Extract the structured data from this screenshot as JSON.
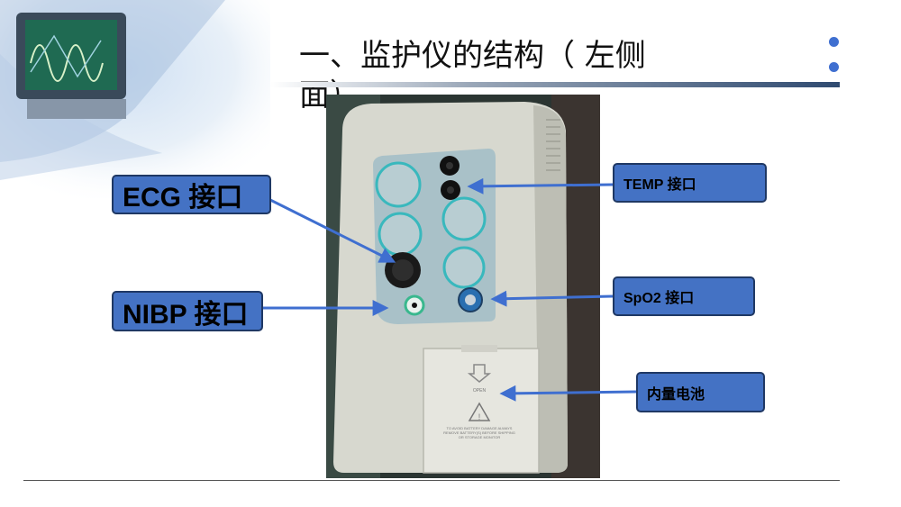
{
  "slide": {
    "title": "一、监护仪的结构（ 左侧面）",
    "accent_color": "#4472c4",
    "labels": {
      "ecg": "ECG 接口",
      "nibp": "NIBP 接口",
      "temp": "TEMP 接口",
      "spo2": "SpO2 接口",
      "battery": "内量电池"
    },
    "device_text": {
      "open": "OPEN",
      "warning": "TO AVOID BATTERY DAMAGE ALWAYS REMOVE BATTERY(S) BEFORE SHIPPING OR STORAGE MONITOR"
    }
  }
}
